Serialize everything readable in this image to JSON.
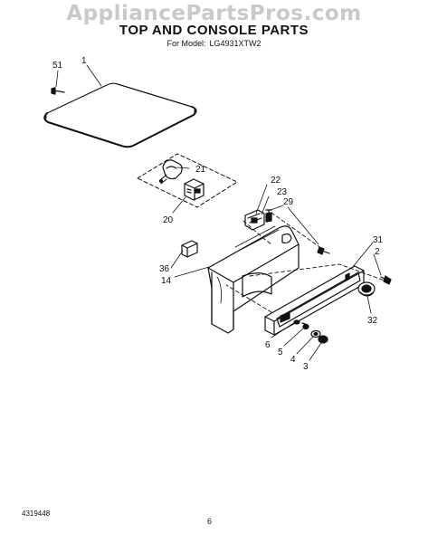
{
  "header": {
    "watermark": "AppliancePartsPros.com",
    "title": "TOP AND CONSOLE PARTS",
    "model_label": "For Model:",
    "model_number": "LG4931XTW2"
  },
  "callouts": {
    "c51": "51",
    "c1": "1",
    "c21": "21",
    "c20": "20",
    "c22": "22",
    "c23": "23",
    "c29": "29",
    "c31": "31",
    "c2": "2",
    "c36": "36",
    "c14": "14",
    "c32": "32",
    "c6": "6",
    "c5": "5",
    "c4": "4",
    "c3": "3"
  },
  "footer": {
    "doc_number": "4319448",
    "page_number": "6"
  }
}
